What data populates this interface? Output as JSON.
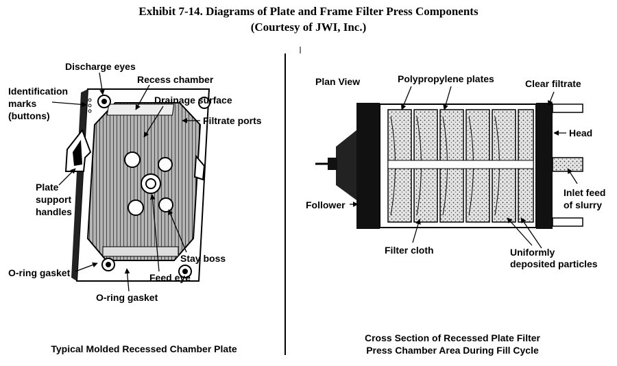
{
  "exhibit": {
    "title": "Exhibit 7-14. Diagrams of Plate and Frame Filter Press Components",
    "subtitle": "(Courtesy of JWI, Inc.)"
  },
  "left_panel": {
    "labels": {
      "discharge_eyes": "Discharge eyes",
      "recess_chamber": "Recess chamber",
      "identification_1": "Identification",
      "identification_2": "marks",
      "identification_3": "(buttons)",
      "drainage_surface": "Drainage surface",
      "filtrate_ports": "Filtrate ports",
      "plate_1": "Plate",
      "plate_2": "support",
      "plate_3": "handles",
      "stay_boss": "Stay boss",
      "oring_left": "O-ring gasket",
      "feed_eye": "Feed eye",
      "oring_bottom": "O-ring gasket"
    },
    "caption": "Typical Molded Recessed Chamber Plate"
  },
  "right_panel": {
    "labels": {
      "plan_view": "Plan View",
      "polypropylene_plates": "Polypropylene plates",
      "clear_filtrate": "Clear filtrate",
      "head": "Head",
      "inlet_1": "Inlet feed",
      "inlet_2": "of slurry",
      "follower": "Follower",
      "filter_cloth": "Filter cloth",
      "uniform_1": "Uniformly",
      "uniform_2": "deposited particles"
    },
    "caption_1": "Cross Section of Recessed Plate Filter",
    "caption_2": "Press Chamber Area During Fill Cycle"
  }
}
